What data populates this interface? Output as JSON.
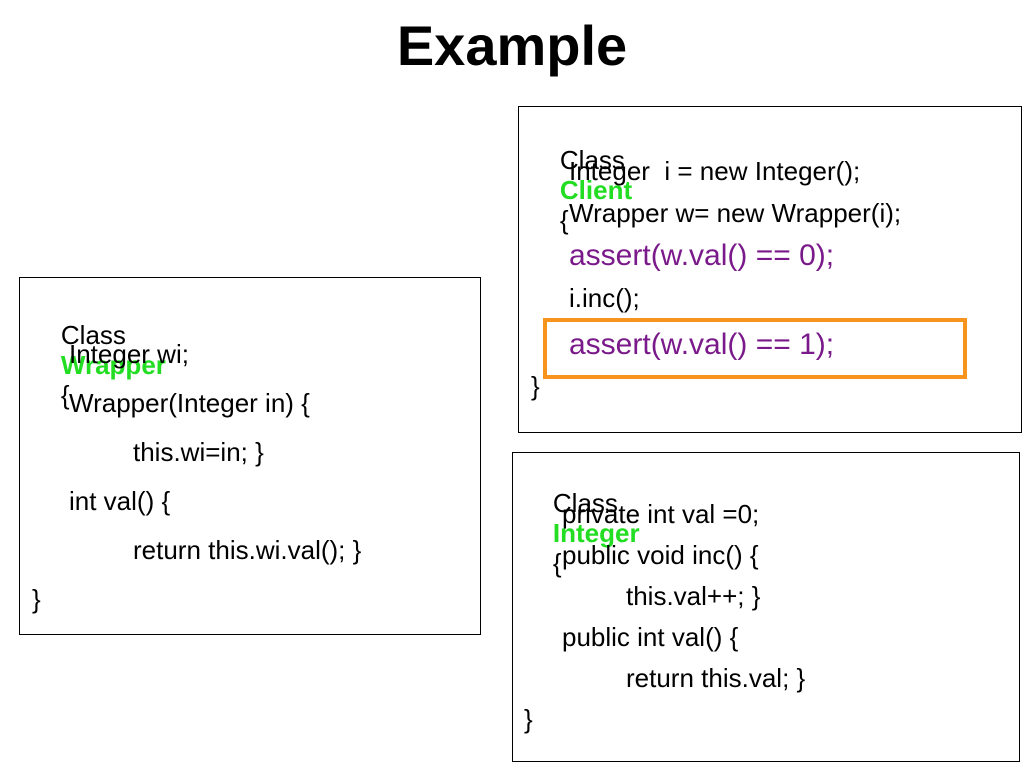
{
  "title": "Example",
  "colors": {
    "class_name": "#22dd22",
    "assert": "#7a1a8a",
    "highlight_border": "#f7941d"
  },
  "client": {
    "keyword": "Class",
    "name": "Client",
    "open_brace": "{",
    "lines": [
      "Integer  i = new Integer();",
      "Wrapper w= new Wrapper(i);",
      "assert(w.val() == 0);",
      "i.inc();",
      "assert(w.val() == 1);"
    ],
    "close": "}"
  },
  "wrapper": {
    "keyword": "Class",
    "name": "Wrapper",
    "open_brace": "{",
    "lines": [
      "Integer wi;",
      "Wrapper(Integer in) {",
      "this.wi=in; }",
      "int val() {",
      "return this.wi.val(); }"
    ],
    "close": "}"
  },
  "integer": {
    "keyword": "Class",
    "name": "Integer",
    "open_brace": "{",
    "lines": [
      "private int val =0;",
      "public void inc() {",
      "this.val++; }",
      "public int val() {",
      "return this.val; }"
    ],
    "close": "}"
  }
}
